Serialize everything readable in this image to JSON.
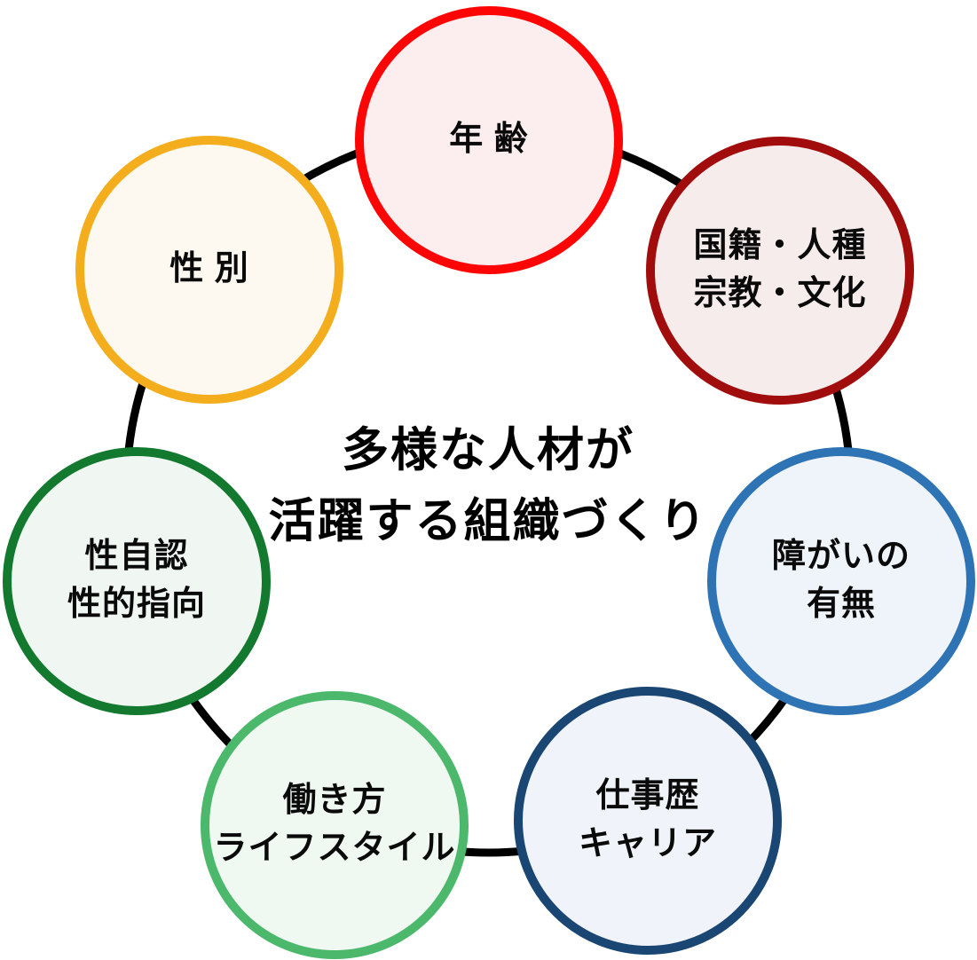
{
  "diagram": {
    "center_title": {
      "line1": "多様な人材が",
      "line2": "活躍する組織づくり",
      "text_color": "#000000"
    },
    "ring": {
      "color": "#000000"
    },
    "circles": [
      {
        "id": "age",
        "line1": "年 齢",
        "border_color": "#FE0505",
        "fill_color": "#FCEDEE"
      },
      {
        "id": "nationality-culture",
        "line1": "国籍・人種",
        "line2": "宗教・文化",
        "border_color": "#A10D0D",
        "fill_color": "#F7ECEC"
      },
      {
        "id": "disability",
        "line1": "障がいの",
        "line2": "有無",
        "border_color": "#2E73B3",
        "fill_color": "#EFF3FA"
      },
      {
        "id": "career",
        "line1": "仕事歴",
        "line2": "キャリア",
        "border_color": "#1A4673",
        "fill_color": "#F0F3F9"
      },
      {
        "id": "workstyle-lifestyle",
        "line1": "働き方",
        "line2": "ライフスタイル",
        "border_color": "#4BB86B",
        "fill_color": "#EFF8F1"
      },
      {
        "id": "gender-identity",
        "line1": "性自認",
        "line2": "性的指向",
        "border_color": "#13792F",
        "fill_color": "#F0F6F1"
      },
      {
        "id": "gender",
        "line1": "性 別",
        "border_color": "#F4AE1D",
        "fill_color": "#FDF9F0"
      }
    ]
  }
}
